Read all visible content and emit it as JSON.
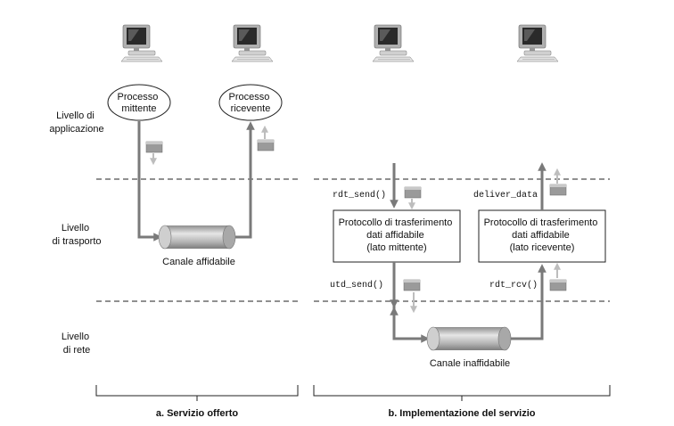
{
  "layers": {
    "application": [
      "Livello di",
      "applicazione"
    ],
    "transport": [
      "Livello",
      "di trasporto"
    ],
    "network": [
      "Livello",
      "di rete"
    ]
  },
  "left": {
    "sender_process": [
      "Processo",
      "mittente"
    ],
    "receiver_process": [
      "Processo",
      "ricevente"
    ],
    "channel": "Canale affidabile",
    "caption": "a. Servizio offerto"
  },
  "right": {
    "rdt_send": "rdt_send()",
    "deliver_data": "deliver_data",
    "udt_send": "utd_send()",
    "rdt_rcv": "rdt_rcv()",
    "sender_box": [
      "Protocollo di trasferimento",
      "dati affidabile",
      "(lato mittente)"
    ],
    "receiver_box": [
      "Protocollo di trasferimento",
      "dati affidabile",
      "(lato ricevente)"
    ],
    "channel": "Canale inaffidabile",
    "caption": "b. Implementazione del servizio"
  }
}
